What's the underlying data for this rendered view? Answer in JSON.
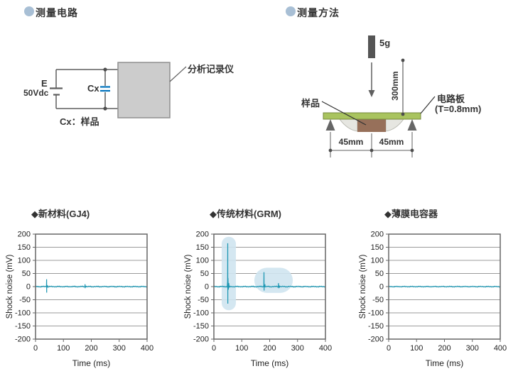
{
  "sections": {
    "circuit": {
      "title": "测量电路"
    },
    "method": {
      "title": "测量方法"
    }
  },
  "circuit": {
    "battery_label_top": "E",
    "battery_label_bottom": "50Vdc",
    "capacitor_label": "Cx",
    "analyzer_label": "分析记录仪",
    "sample_note": "Cx：样品"
  },
  "method": {
    "weight_label": "5g",
    "drop_height_label": "300mm",
    "sample_label": "样品",
    "board_label_line1": "电路板",
    "board_label_line2": "(T=0.8mm)",
    "span_left_label": "45mm",
    "span_right_label": "45mm"
  },
  "colors": {
    "bullet": "#a8bfd5",
    "wire": "#5f5f5f",
    "capacitor_blue": "#0072bc",
    "analyzer_box_fill": "#cccccc",
    "analyzer_box_stroke": "#8f8f8f",
    "board_green": "#a9c45f",
    "board_stroke": "#76883e",
    "sample_brown": "#97705a",
    "fillet_fill": "#e6e6e1",
    "fillet_stroke": "#b8b8b0",
    "weight_gray": "#555555",
    "signal_teal": "#1b96b2",
    "highlight_blue": "#cfe4f0",
    "grid_gray": "#9b9b9b",
    "axis_gray": "#666666"
  },
  "chart_data": [
    {
      "type": "line",
      "title": "◆新材料(GJ4)",
      "xlabel": "Time (ms)",
      "ylabel": "Shock noise (mV)",
      "xlim": [
        0,
        400
      ],
      "ylim": [
        -200,
        200
      ],
      "xticks": [
        0,
        100,
        200,
        300,
        400
      ],
      "yticks": [
        200,
        150,
        100,
        50,
        0,
        -50,
        -100,
        -150,
        -200
      ],
      "grid": "horizontal",
      "baseline_mv": 0,
      "noise_mv": 2.5,
      "events": [
        {
          "t": 40,
          "peak": 28,
          "trough": -23
        },
        {
          "t": 178,
          "peak": 9,
          "trough": -6
        }
      ],
      "highlights": []
    },
    {
      "type": "line",
      "title": "◆传统材料(GRM)",
      "xlabel": "Time (ms)",
      "ylabel": "Shock noise (mV)",
      "xlim": [
        0,
        400
      ],
      "ylim": [
        -200,
        200
      ],
      "xticks": [
        0,
        100,
        200,
        300,
        400
      ],
      "yticks": [
        200,
        150,
        100,
        50,
        0,
        -50,
        -100,
        -150,
        -200
      ],
      "grid": "horizontal",
      "baseline_mv": 0,
      "noise_mv": 2.5,
      "events": [
        {
          "t": 50,
          "peak": 165,
          "trough": -65
        },
        {
          "t": 180,
          "peak": 55,
          "trough": -15
        },
        {
          "t": 232,
          "peak": 13,
          "trough": -6
        }
      ],
      "highlights": [
        {
          "shape": "pill",
          "t_min": 28,
          "t_max": 79,
          "mv_min": -90,
          "mv_max": 190
        },
        {
          "shape": "pill",
          "t_min": 145,
          "t_max": 283,
          "mv_min": -24,
          "mv_max": 72
        }
      ]
    },
    {
      "type": "line",
      "title": "◆薄膜电容器",
      "xlabel": "Time (ms)",
      "ylabel": "Shock noise (mV)",
      "xlim": [
        0,
        400
      ],
      "ylim": [
        -200,
        200
      ],
      "xticks": [
        0,
        100,
        200,
        300,
        400
      ],
      "yticks": [
        200,
        150,
        100,
        50,
        0,
        -50,
        -100,
        -150,
        -200
      ],
      "grid": "horizontal",
      "baseline_mv": 0,
      "noise_mv": 2.2,
      "events": [],
      "highlights": []
    }
  ]
}
